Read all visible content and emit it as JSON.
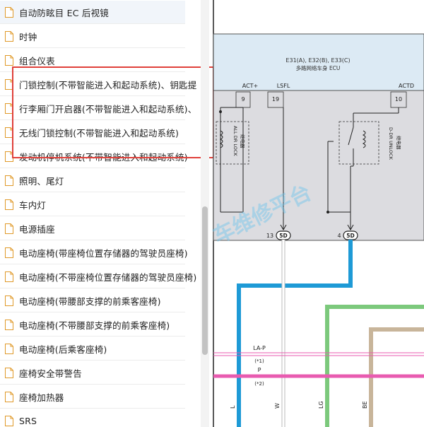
{
  "sidebar": {
    "items": [
      {
        "label": "自动防眩目 EC 后视镜",
        "active": true
      },
      {
        "label": "时钟"
      },
      {
        "label": "组合仪表"
      },
      {
        "label": "门锁控制(不带智能进入和起动系统)、钥匙提"
      },
      {
        "label": "行李厢门开启器(不带智能进入和起动系统)、"
      },
      {
        "label": "无线门锁控制(不带智能进入和起动系统)"
      },
      {
        "label": "发动机停机系统(不带智能进入和起动系统)"
      },
      {
        "label": "照明、尾灯"
      },
      {
        "label": "车内灯"
      },
      {
        "label": "电源插座"
      },
      {
        "label": "电动座椅(带座椅位置存储器的驾驶员座椅)"
      },
      {
        "label": "电动座椅(不带座椅位置存储器的驾驶员座椅)"
      },
      {
        "label": "电动座椅(带腰部支撑的前乘客座椅)"
      },
      {
        "label": "电动座椅(不带腰部支撑的前乘客座椅)"
      },
      {
        "label": "电动座椅(后乘客座椅)"
      },
      {
        "label": "座椅安全带警告"
      },
      {
        "label": "座椅加热器"
      },
      {
        "label": "SRS"
      }
    ]
  },
  "diagram": {
    "ecu_code": "E31(A), E32(B), E33(C)",
    "ecu_name": "多路网络车身 ECU",
    "pin_labels": {
      "act_plus": "ACT+",
      "lsfl": "LSFL",
      "actd": "ACTD"
    },
    "pin_numbers": {
      "p9": "9",
      "p19": "19",
      "p10": "10"
    },
    "relay_lock_text": "ALL DR LOCK",
    "relay_lock_sub": "继电器",
    "relay_unlock_text": "D-DR UNLOCK",
    "relay_unlock_sub": "继电器",
    "connector_left": {
      "pin": "13",
      "code": "5D"
    },
    "connector_right": {
      "pin": "4",
      "code": "5D"
    },
    "wire_bus_label": "LA-P",
    "note_1": "(*1)",
    "wire_p_label": "P",
    "note_2": "(*2)",
    "wire_colors": [
      "L",
      "W",
      "LG",
      "BE"
    ],
    "watermark": "车维修平台",
    "colors": {
      "ecu_top": "#dceaf4",
      "ecu_bottom": "#dcdce0",
      "wire_blue": "#1e9ad6",
      "wire_green": "#7cc97c",
      "wire_tan": "#c8b59a",
      "wire_pink": "#e85bb0",
      "highlight": "#e0403a"
    }
  }
}
